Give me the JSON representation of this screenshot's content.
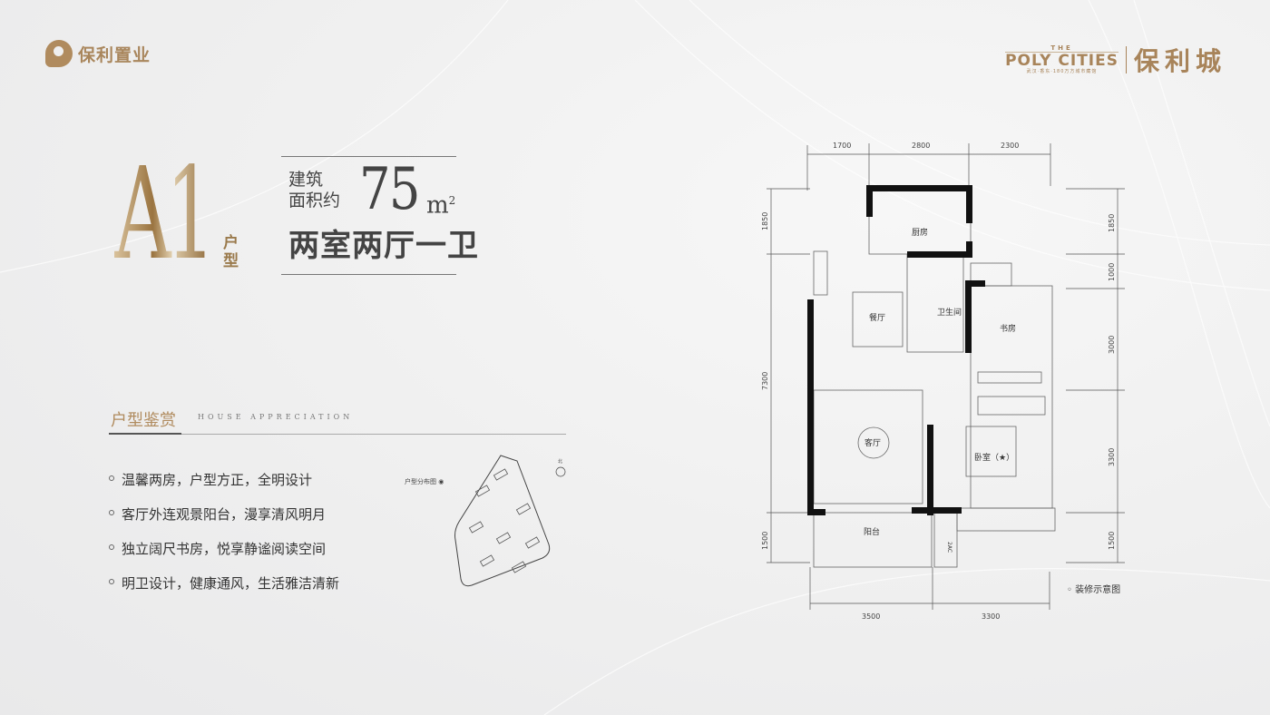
{
  "header": {
    "logo_text": "保利置业",
    "brand_the": "THE",
    "brand_en": "POLY CITIES",
    "brand_sub": "武汉·香东·180万方城市藏馆",
    "brand_cn": "保利城"
  },
  "unit": {
    "code": "A1",
    "type_label": "户型",
    "area_label_1": "建筑",
    "area_label_2": "面积约",
    "area_value": "75",
    "area_unit": "m",
    "area_sup": "2",
    "layout": "两室两厅一卫"
  },
  "section": {
    "title": "户型鉴赏",
    "subtitle": "HOUSE APPRECIATION"
  },
  "features": [
    "温馨两房，户型方正，全明设计",
    "客厅外连观景阳台，漫享清风明月",
    "独立阔尺书房，悦享静谧阅读空间",
    "明卫设计，健康通风，生活雅洁清新"
  ],
  "distribution_label": "户型分布图",
  "north_label": "北",
  "floorplan": {
    "dims_top": [
      "1700",
      "2800",
      "2300"
    ],
    "dims_bottom": [
      "3500",
      "3300"
    ],
    "dims_left": [
      "1850",
      "7300",
      "1500"
    ],
    "dims_right": [
      "1850",
      "1000",
      "3000",
      "3300",
      "1500"
    ],
    "rooms": {
      "kitchen": "厨房",
      "bathroom": "卫生间",
      "dining": "餐厅",
      "study": "书房",
      "living": "客厅",
      "bedroom": "卧室（★）",
      "balcony": "阳台",
      "ac": "2AC"
    },
    "note": "装修示意图"
  }
}
